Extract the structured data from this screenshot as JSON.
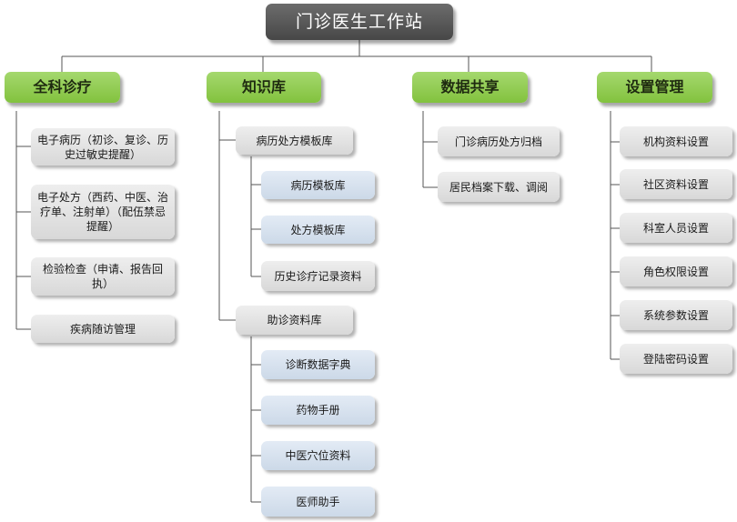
{
  "root": {
    "label": "门诊医生工作站"
  },
  "categories": [
    {
      "label": "全科诊疗",
      "items": [
        {
          "label": "电子病历（初诊、复诊、历史过敏史提醒）"
        },
        {
          "label": "电子处方（西药、中医、治疗单、注射单）（配伍禁忌提醒）"
        },
        {
          "label": "检验检查（申请、报告回执）"
        },
        {
          "label": "疾病随访管理"
        }
      ]
    },
    {
      "label": "知识库",
      "groups": [
        {
          "label": "病历处方模板库",
          "items": [
            {
              "label": "病历模板库"
            },
            {
              "label": "处方模板库"
            },
            {
              "label": "历史诊疗记录资料"
            }
          ]
        },
        {
          "label": "助诊资料库",
          "items": [
            {
              "label": "诊断数据字典"
            },
            {
              "label": "药物手册"
            },
            {
              "label": "中医穴位资料"
            },
            {
              "label": "医师助手"
            }
          ]
        }
      ]
    },
    {
      "label": "数据共享",
      "items": [
        {
          "label": "门诊病历处方归档"
        },
        {
          "label": "居民档案下载、调阅"
        }
      ]
    },
    {
      "label": "设置管理",
      "items": [
        {
          "label": "机构资料设置"
        },
        {
          "label": "社区资料设置"
        },
        {
          "label": "科室人员设置"
        },
        {
          "label": "角色权限设置"
        },
        {
          "label": "系统参数设置"
        },
        {
          "label": "登陆密码设置"
        }
      ]
    }
  ]
}
